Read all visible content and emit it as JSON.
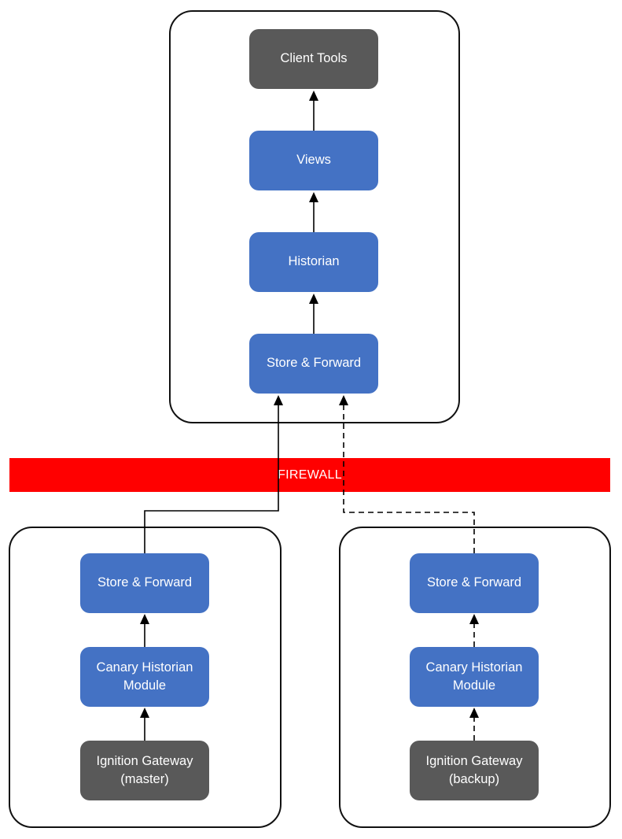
{
  "firewall": {
    "label": "FIREWALL"
  },
  "central": {
    "client_tools": "Client Tools",
    "views": "Views",
    "historian": "Historian",
    "store_forward": "Store & Forward"
  },
  "master": {
    "store_forward": "Store & Forward",
    "canary_module": "Canary Historian\nModule",
    "gateway": "Ignition Gateway\n(master)"
  },
  "backup": {
    "store_forward": "Store & Forward",
    "canary_module": "Canary Historian\nModule",
    "gateway": "Ignition Gateway\n(backup)"
  },
  "colors": {
    "node_blue": "#4472c4",
    "node_gray": "#595959",
    "firewall_red": "#ff0000"
  },
  "connections": [
    {
      "from": "central.store_forward",
      "to": "central.historian",
      "style": "solid"
    },
    {
      "from": "central.historian",
      "to": "central.views",
      "style": "solid"
    },
    {
      "from": "central.views",
      "to": "central.client_tools",
      "style": "solid"
    },
    {
      "from": "master.gateway",
      "to": "master.canary_module",
      "style": "solid"
    },
    {
      "from": "master.canary_module",
      "to": "master.store_forward",
      "style": "solid"
    },
    {
      "from": "master.store_forward",
      "to": "central.store_forward",
      "style": "solid"
    },
    {
      "from": "backup.gateway",
      "to": "backup.canary_module",
      "style": "dashed"
    },
    {
      "from": "backup.canary_module",
      "to": "backup.store_forward",
      "style": "dashed"
    },
    {
      "from": "backup.store_forward",
      "to": "central.store_forward",
      "style": "dashed"
    }
  ]
}
